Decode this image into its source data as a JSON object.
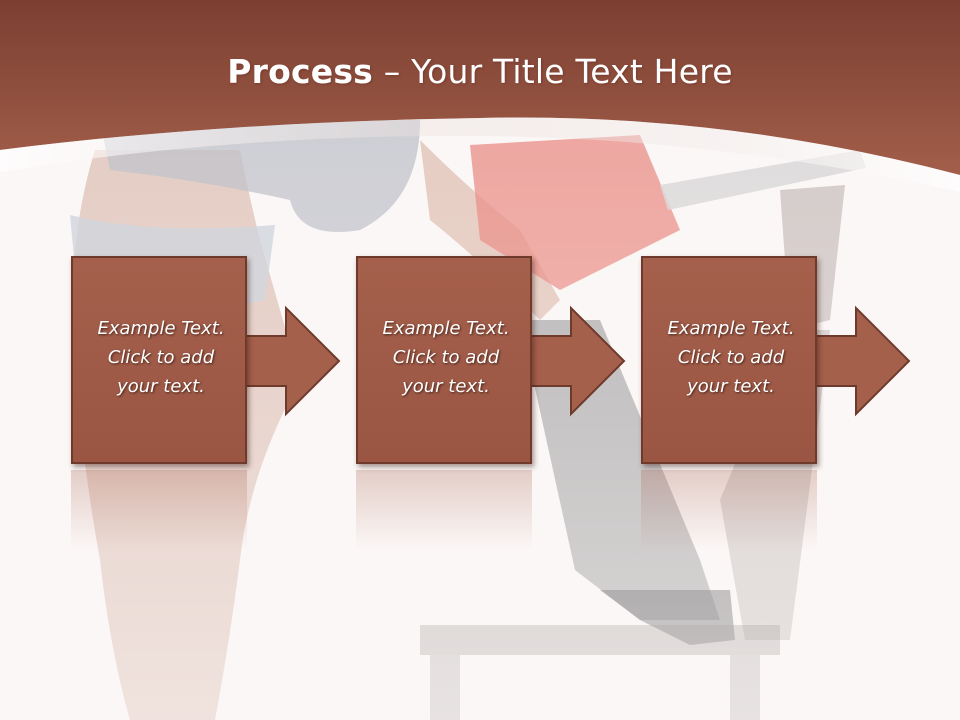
{
  "slide": {
    "title_bold": "Process",
    "title_rest": " – Your Title Text Here",
    "steps": [
      {
        "lines": [
          "Example Text.",
          "Click  to add",
          "your text."
        ]
      },
      {
        "lines": [
          "Example Text.",
          "Click  to add",
          "your text."
        ]
      },
      {
        "lines": [
          "Example Text.",
          "Click  to add",
          "your text."
        ]
      }
    ]
  },
  "colors": {
    "header": "#8f4c3b",
    "box": "#a5604c",
    "box_border": "#6e3a2c",
    "background": "#fbf7f6"
  }
}
